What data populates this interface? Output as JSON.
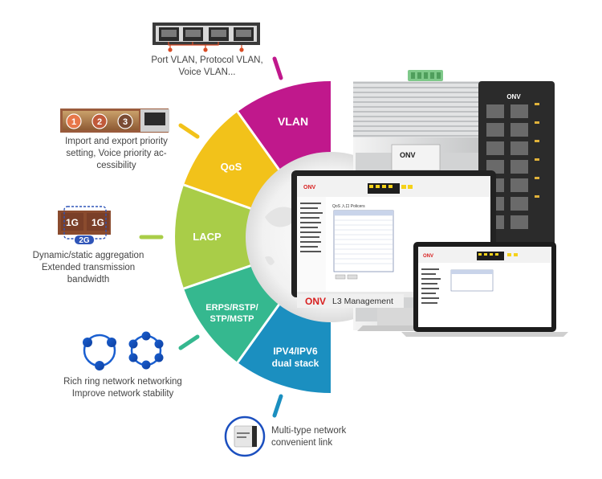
{
  "wheel": {
    "segments": [
      {
        "id": "vlan",
        "label": "VLAN",
        "color": "#c0188c"
      },
      {
        "id": "qos",
        "label": "QoS",
        "color": "#f2c21a"
      },
      {
        "id": "lacp",
        "label": "LACP",
        "color": "#a9cd48"
      },
      {
        "id": "erps",
        "label_lines": [
          "ERPS/RSTP/",
          "STP/MSTP"
        ],
        "color": "#35b88f"
      },
      {
        "id": "ipv",
        "label_lines": [
          "IPV4/IPV6",
          "dual stack"
        ],
        "color": "#1b8fc0"
      }
    ]
  },
  "captions": {
    "vlan": [
      "Port VLAN, Protocol VLAN,",
      "Voice VLAN..."
    ],
    "qos": [
      "Import and export priority",
      "setting, Voice priority ac-",
      "cessibility"
    ],
    "lacp": [
      "Dynamic/static aggregation",
      "Extended transmission",
      "bandwidth"
    ],
    "ring": [
      "Rich ring network networking",
      "Improve network stability"
    ],
    "multitype": [
      "Multi-type network",
      "convenient link"
    ]
  },
  "priority_badges": [
    "1",
    "2",
    "3"
  ],
  "lacp_badges": {
    "port1": "1G",
    "port2": "1G",
    "combined": "2G"
  },
  "monitor_banner": {
    "brand": "ONV",
    "title": "L3 Management"
  },
  "switch_brand": "ONV",
  "screen_app": {
    "brand": "ONV",
    "panel_title": "QoS 入口 Policers"
  }
}
